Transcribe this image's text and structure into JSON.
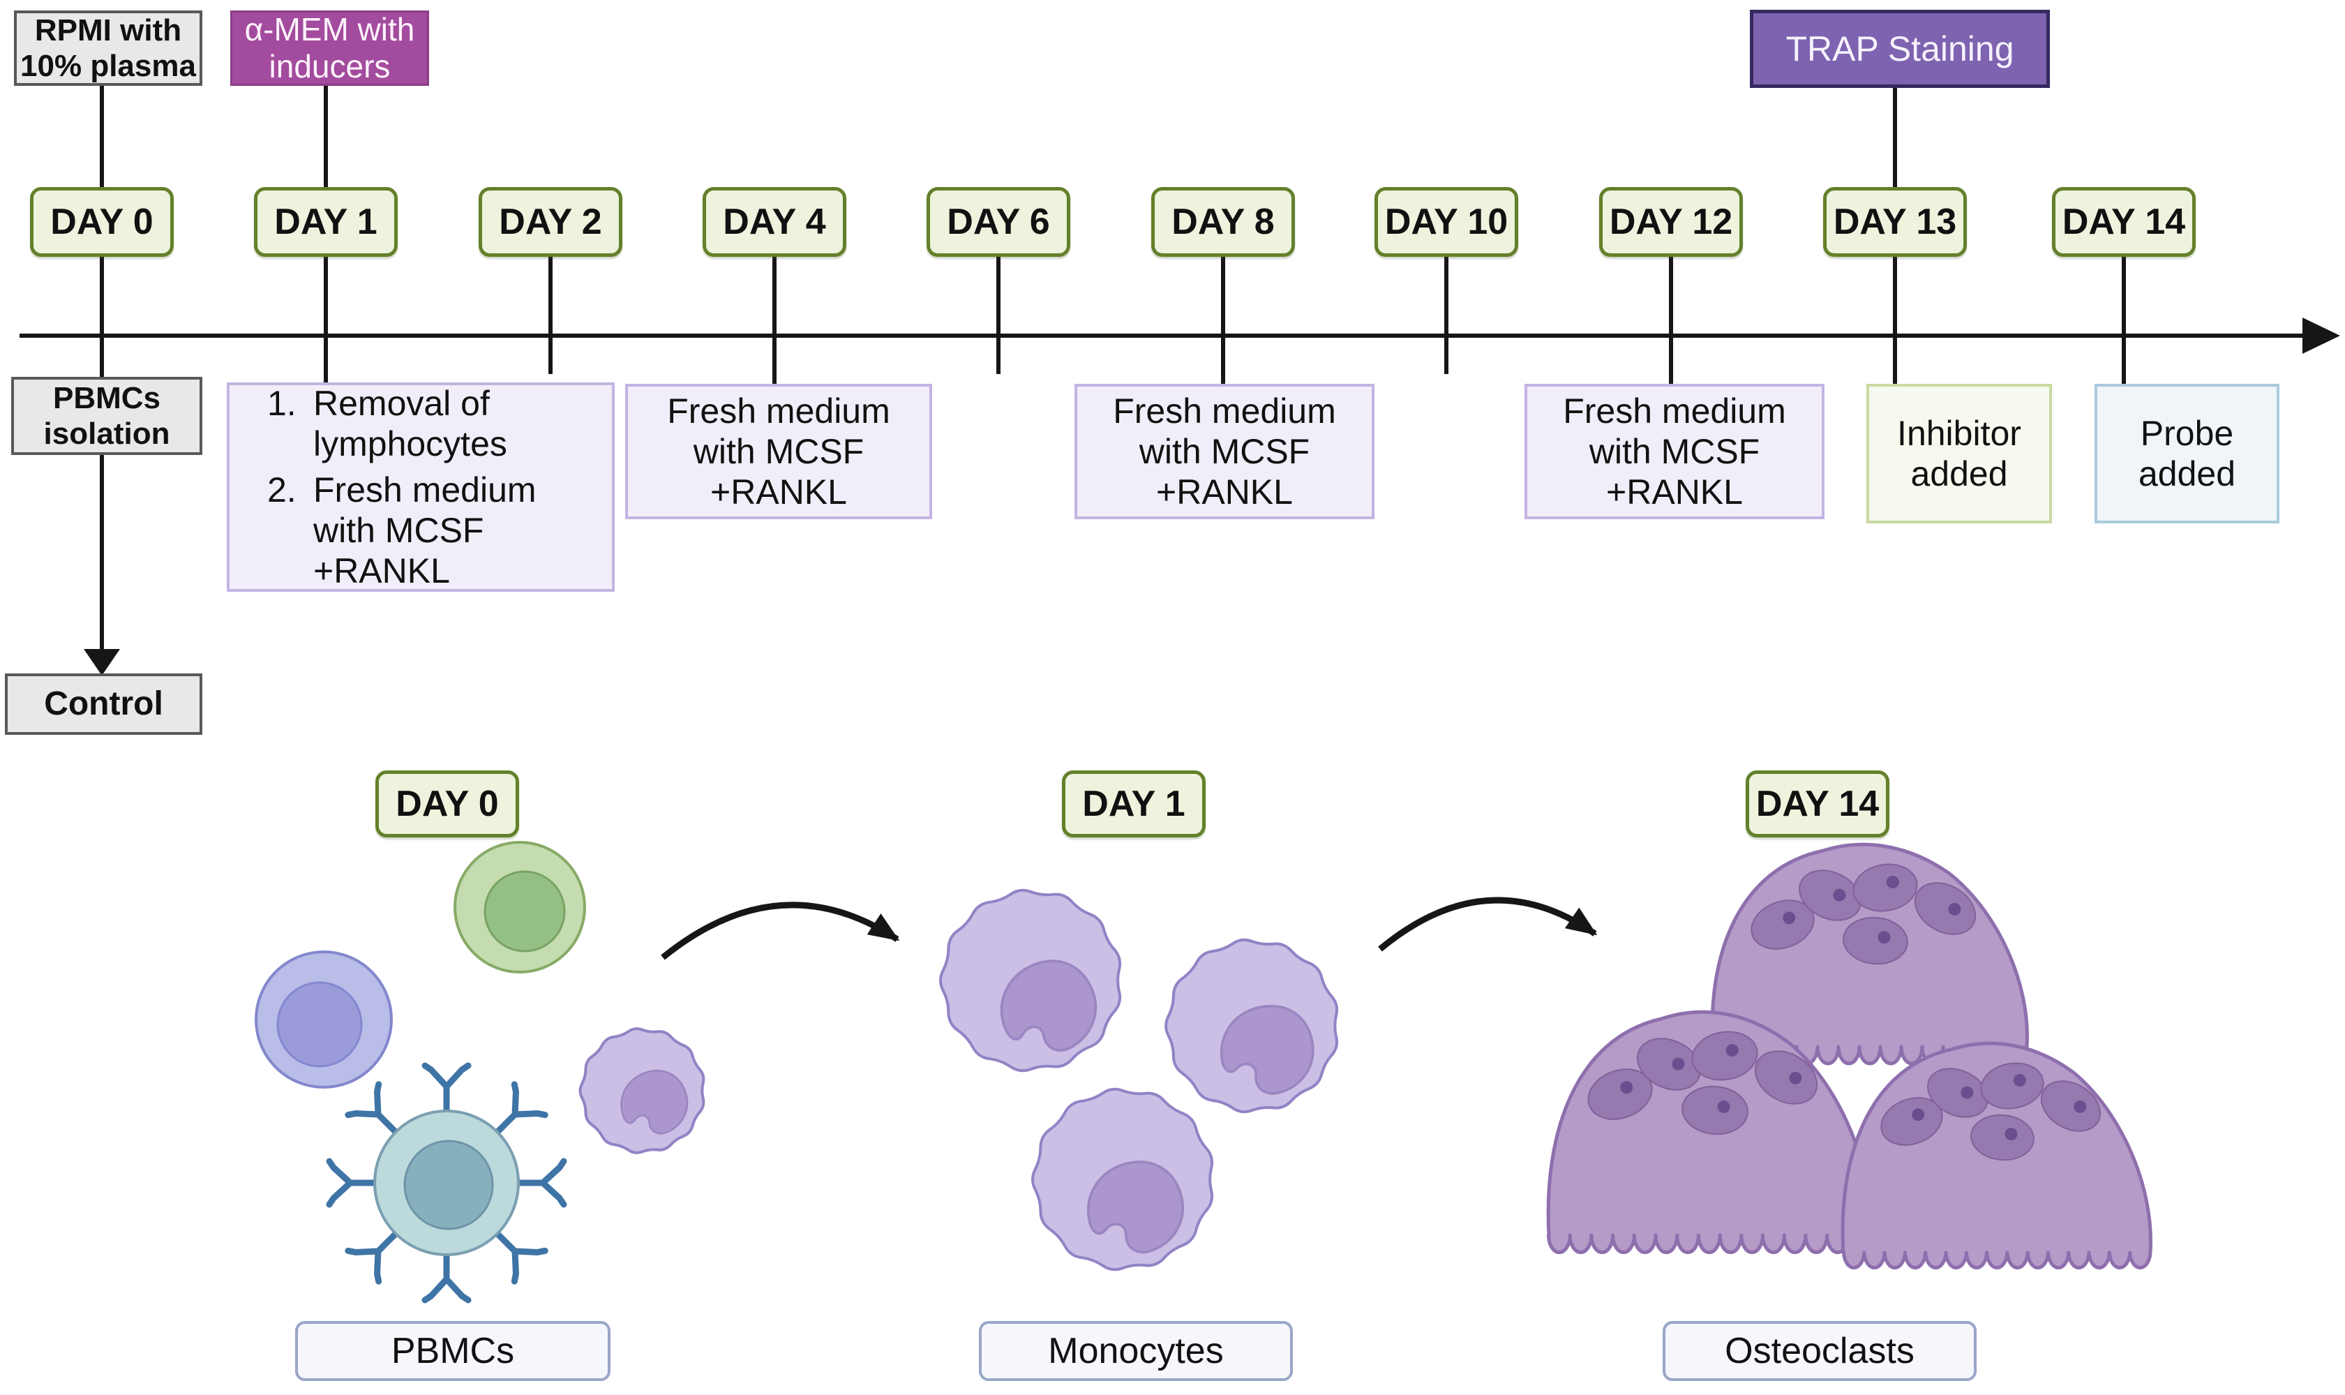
{
  "palette": {
    "line": "#161616",
    "gray_box_bg": "#e8e8e8",
    "gray_box_border": "#58595b",
    "magenta_bg": "#a34b9e",
    "magenta_border": "#8c3d88",
    "trap_bg": "#7d63b0",
    "trap_border": "#352960",
    "day_bg": "#edf3dd",
    "day_border": "#64802b",
    "lavender_bg": "#f2eef9",
    "lavender_border": "#c3b4e3",
    "inhibitor_bg": "#f6f9ee",
    "inhibitor_border": "#c9da9f",
    "probe_bg": "#eff5f9",
    "probe_border": "#abcadd",
    "stage_label_bg": "#f5f7fc",
    "stage_label_border": "#9aa5c9",
    "monocyte_body": "#cbbfe6",
    "monocyte_outline": "#9183c5",
    "monocyte_nucleus": "#ab97ce",
    "osteoclast_body": "#b49bc8",
    "osteoclast_outline": "#8e6fad",
    "osteoclast_nucleus": "#9679ae",
    "lymphocyte_green": "#c4dcb0",
    "lymphocyte_blue": "#b9bde7",
    "cell_teal": "#bcd9dc",
    "antibody_blue": "#3f74a6"
  },
  "media_boxes": {
    "rpmi": "RPMI with\n10% plasma",
    "amem": "α-MEM with\ninducers",
    "trap": "TRAP Staining"
  },
  "timeline_days": [
    "DAY 0",
    "DAY 1",
    "DAY 2",
    "DAY 4",
    "DAY 6",
    "DAY 8",
    "DAY 10",
    "DAY 12",
    "DAY 13",
    "DAY 14"
  ],
  "procedure_notes": {
    "pbmc_isolation": "PBMCs\nisolation",
    "control": "Control",
    "day1_item1_num": "1.",
    "day1_item1": "Removal of\nlymphocytes",
    "day1_item2_num": "2.",
    "day1_item2": "Fresh medium\nwith MCSF\n+RANKL",
    "fresh_medium": "Fresh medium\nwith MCSF\n+RANKL",
    "inhibitor": "Inhibitor\nadded",
    "probe": "Probe\nadded"
  },
  "stages": [
    {
      "day": "DAY 0",
      "label": "PBMCs"
    },
    {
      "day": "DAY 1",
      "label": "Monocytes"
    },
    {
      "day": "DAY 14",
      "label": "Osteoclasts"
    }
  ]
}
